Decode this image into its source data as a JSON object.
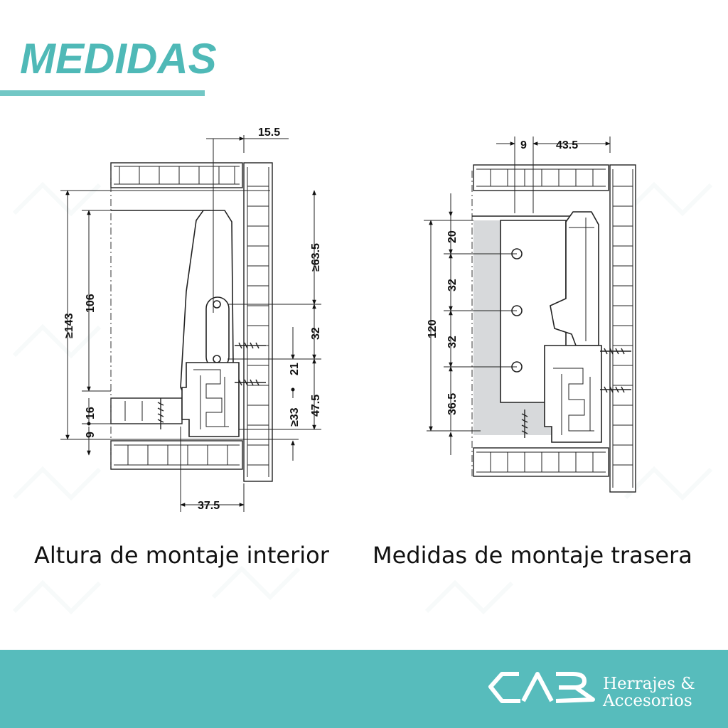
{
  "header": {
    "title": "MEDIDAS"
  },
  "colors": {
    "accent": "#4fb9b7",
    "ink": "#111111",
    "grey_panel": "#d7d9db"
  },
  "left_figure": {
    "caption": "Altura de montaje interior",
    "dims": {
      "top_offset": "15.5",
      "bottom_width": "37.5",
      "total_height": "≥143",
      "inner_height": "106",
      "gap_16": "16",
      "gap_9": "9",
      "min_63_5": "≥63.5",
      "d32": "32",
      "d21": "21",
      "d47_5": "47.5",
      "min_33": "≥33"
    }
  },
  "right_figure": {
    "caption": "Medidas de montaje trasera",
    "dims": {
      "d9": "9",
      "d43_5": "43.5",
      "d20": "20",
      "d32a": "32",
      "d32b": "32",
      "d120": "120",
      "d36_5": "36.5"
    }
  },
  "footer": {
    "logo_icon": "cab-logo-icon",
    "brand_line1": "Herrajes &",
    "brand_line2": "Accesorios"
  }
}
